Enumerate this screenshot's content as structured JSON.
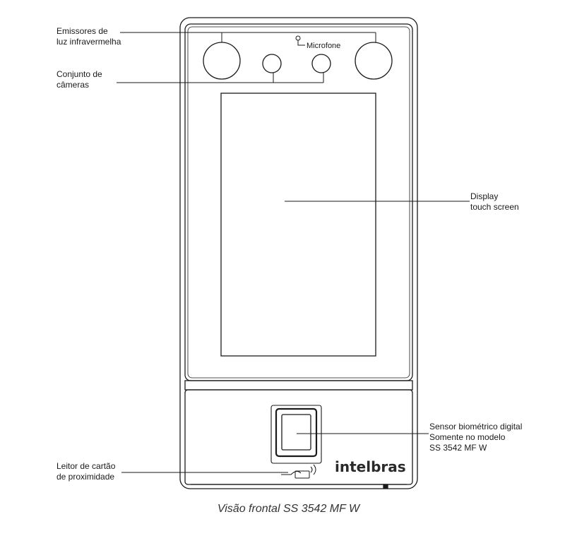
{
  "labels": {
    "emissores_line1": "Emissores de",
    "emissores_line2": "luz infravermelha",
    "cameras_line1": "Conjunto de",
    "cameras_line2": "câmeras",
    "microfone": "Microfone",
    "display_line1": "Display",
    "display_line2": "touch screen",
    "sensor_line1": "Sensor biométrico digital",
    "sensor_line2": "Somente no modelo",
    "sensor_line3": "SS 3542 MF W",
    "leitor_line1": "Leitor de cartão",
    "leitor_line2": "de proximidade"
  },
  "brand": "intelbras",
  "caption": "Visão frontal SS 3542 MF W",
  "colors": {
    "stroke": "#1a1a1a",
    "background": "#ffffff"
  }
}
